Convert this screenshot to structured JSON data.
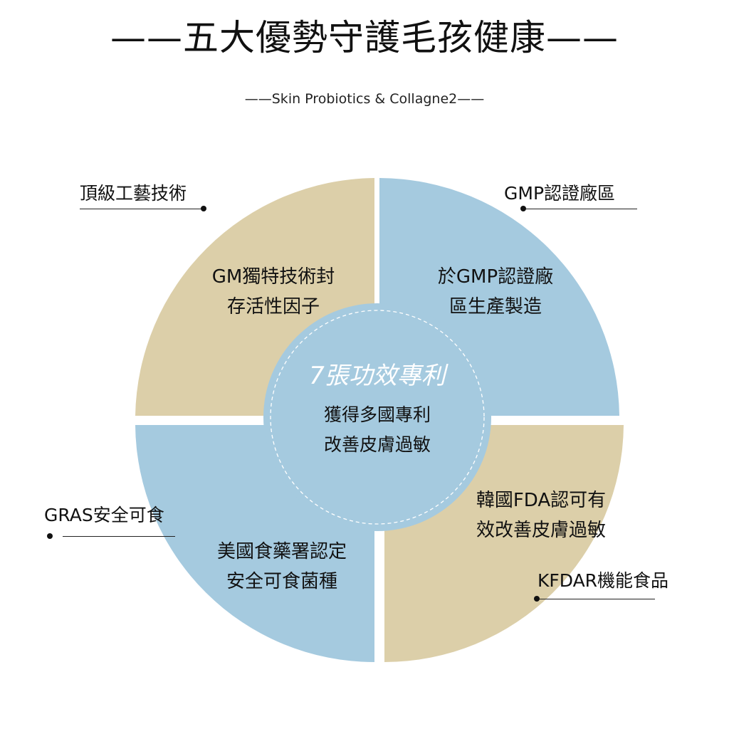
{
  "header": {
    "title": "——五大優勢守護毛孩健康——",
    "subtitle": "——Skin Probiotics & Collagne2——"
  },
  "colors": {
    "beige": "#dccfa9",
    "blue": "#a5cadf"
  },
  "quadrants": [
    {
      "label": "頂級工藝技術",
      "line1": "GM獨特技術封",
      "line2": "存活性因子"
    },
    {
      "label": "GMP認證廠區",
      "line1": "於GMP認證廠",
      "line2": "區生產製造"
    },
    {
      "label": "GRAS安全可食",
      "line1": "美國食藥署認定",
      "line2": "安全可食菌種"
    },
    {
      "label": "KFDAR機能食品",
      "line1": "韓國FDA認可有",
      "line2": "效改善皮膚過敏"
    }
  ],
  "center": {
    "title": "7張功效專利",
    "line1": "獲得多國專利",
    "line2": "改善皮膚過敏"
  }
}
